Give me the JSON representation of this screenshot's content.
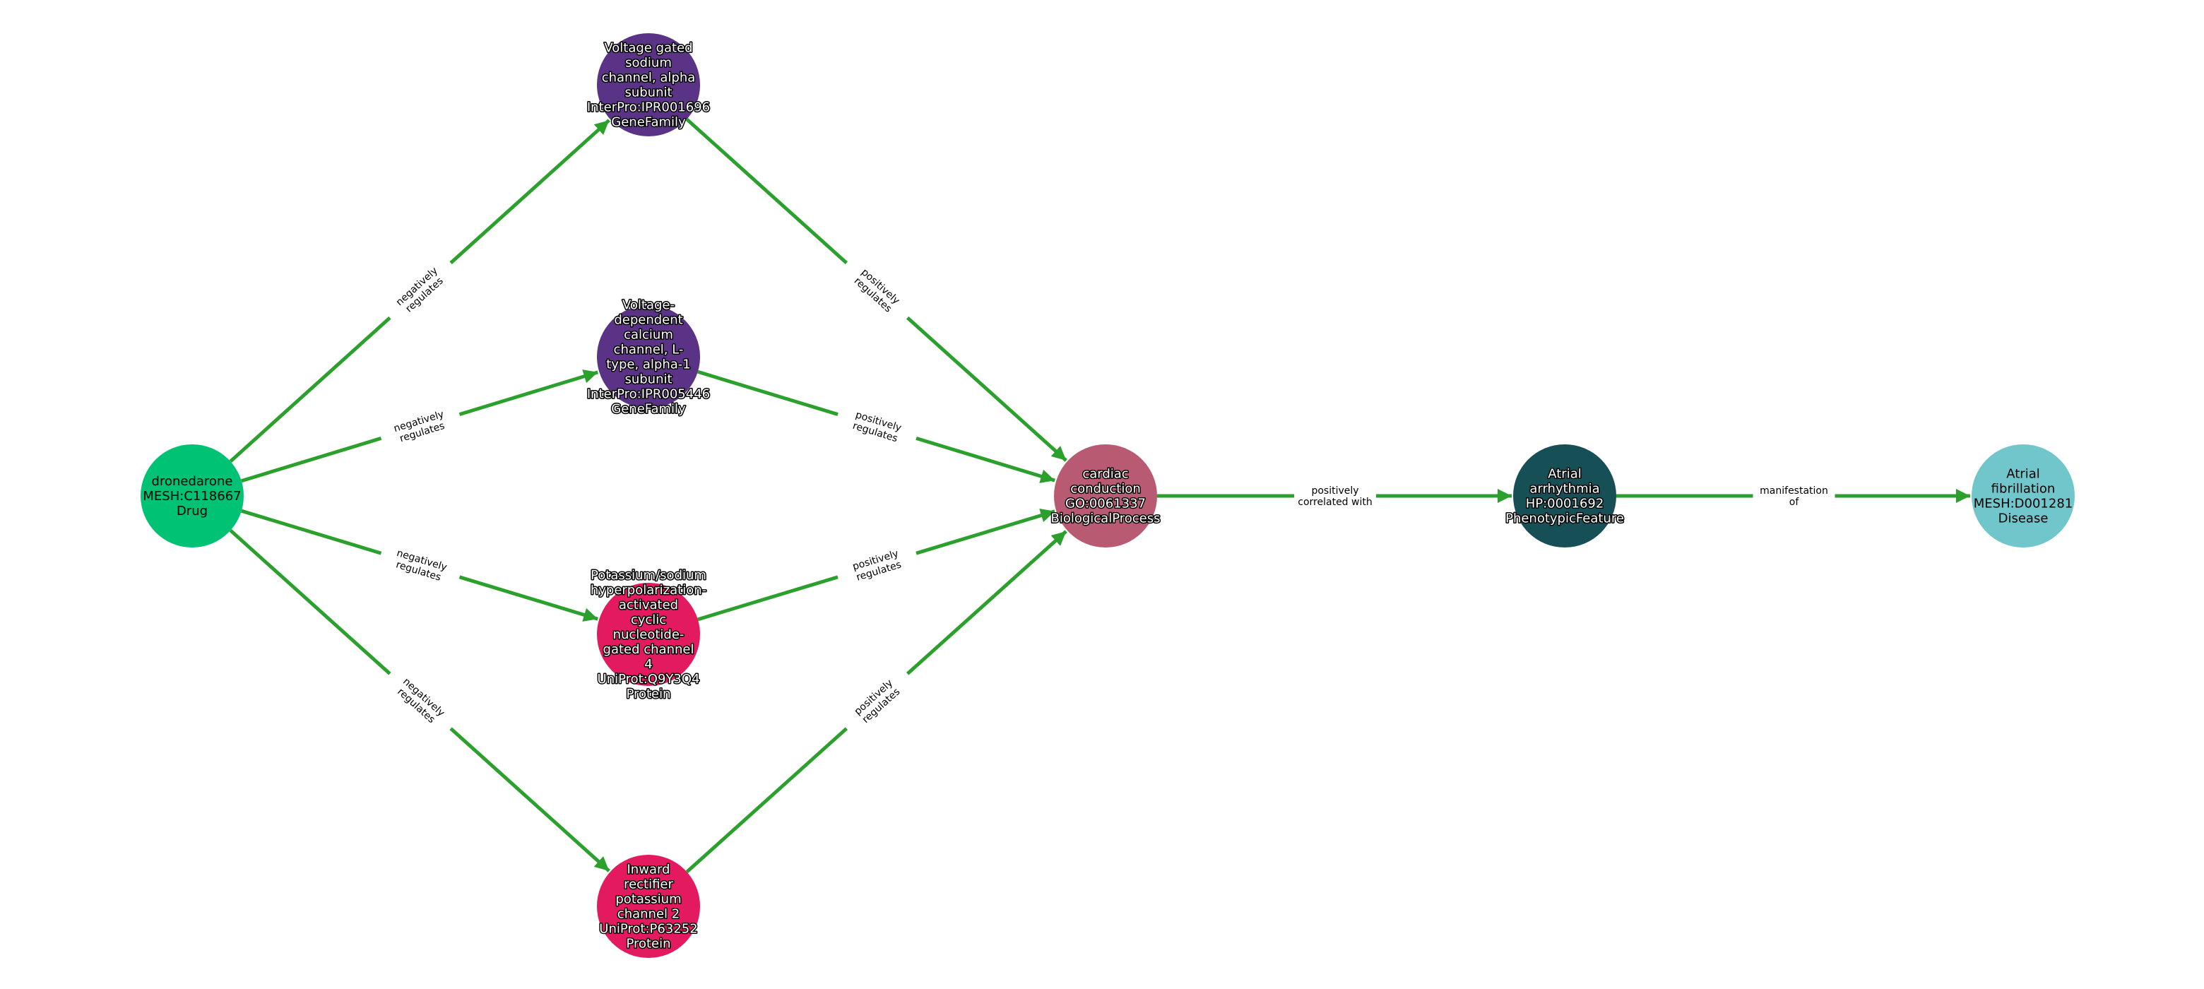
{
  "edge_color": "#2ca02c",
  "nodes": [
    {
      "id": "dronedarone",
      "lines": [
        "dronedarone",
        "MESH:C118667",
        "Drug"
      ],
      "color": "#00c274",
      "text": "dark"
    },
    {
      "id": "nav",
      "lines": [
        "Voltage gated",
        "sodium",
        "channel, alpha",
        "subunit",
        "InterPro:IPR001696",
        "GeneFamily"
      ],
      "color": "#5a3286",
      "text": "light"
    },
    {
      "id": "cav",
      "lines": [
        "Voltage-",
        "dependent",
        "calcium",
        "channel, L-",
        "type, alpha-1",
        "subunit",
        "InterPro:IPR005446",
        "GeneFamily"
      ],
      "color": "#5a3286",
      "text": "light"
    },
    {
      "id": "hcn4",
      "lines": [
        "Potassium/sodium",
        "hyperpolarization-",
        "activated",
        "cyclic",
        "nucleotide-",
        "gated channel",
        "4",
        "UniProt:Q9Y3Q4",
        "Protein"
      ],
      "color": "#e31a60",
      "text": "light"
    },
    {
      "id": "kir2",
      "lines": [
        "Inward",
        "rectifier",
        "potassium",
        "channel 2",
        "UniProt:P63252",
        "Protein"
      ],
      "color": "#e31a60",
      "text": "light"
    },
    {
      "id": "cardiac",
      "lines": [
        "cardiac",
        "conduction",
        "GO:0061337",
        "BiologicalProcess"
      ],
      "color": "#b85a72",
      "text": "light"
    },
    {
      "id": "arrhythmia",
      "lines": [
        "Atrial",
        "arrhythmia",
        "HP:0001692",
        "PhenotypicFeature"
      ],
      "color": "#174f57",
      "text": "light"
    },
    {
      "id": "af",
      "lines": [
        "Atrial",
        "fibrillation",
        "MESH:D001281",
        "Disease"
      ],
      "color": "#70c6ca",
      "text": "dark"
    }
  ],
  "edges": [
    {
      "from": "dronedarone",
      "to": "nav",
      "label": [
        "negatively",
        "regulates"
      ]
    },
    {
      "from": "dronedarone",
      "to": "cav",
      "label": [
        "negatively",
        "regulates"
      ]
    },
    {
      "from": "dronedarone",
      "to": "hcn4",
      "label": [
        "negatively",
        "regulates"
      ]
    },
    {
      "from": "dronedarone",
      "to": "kir2",
      "label": [
        "negatively",
        "regulates"
      ]
    },
    {
      "from": "nav",
      "to": "cardiac",
      "label": [
        "positively",
        "regulates"
      ]
    },
    {
      "from": "cav",
      "to": "cardiac",
      "label": [
        "positively",
        "regulates"
      ]
    },
    {
      "from": "hcn4",
      "to": "cardiac",
      "label": [
        "positively",
        "regulates"
      ]
    },
    {
      "from": "kir2",
      "to": "cardiac",
      "label": [
        "positively",
        "regulates"
      ]
    },
    {
      "from": "cardiac",
      "to": "arrhythmia",
      "label": [
        "positively",
        "correlated with"
      ]
    },
    {
      "from": "arrhythmia",
      "to": "af",
      "label": [
        "manifestation",
        "of"
      ]
    }
  ]
}
